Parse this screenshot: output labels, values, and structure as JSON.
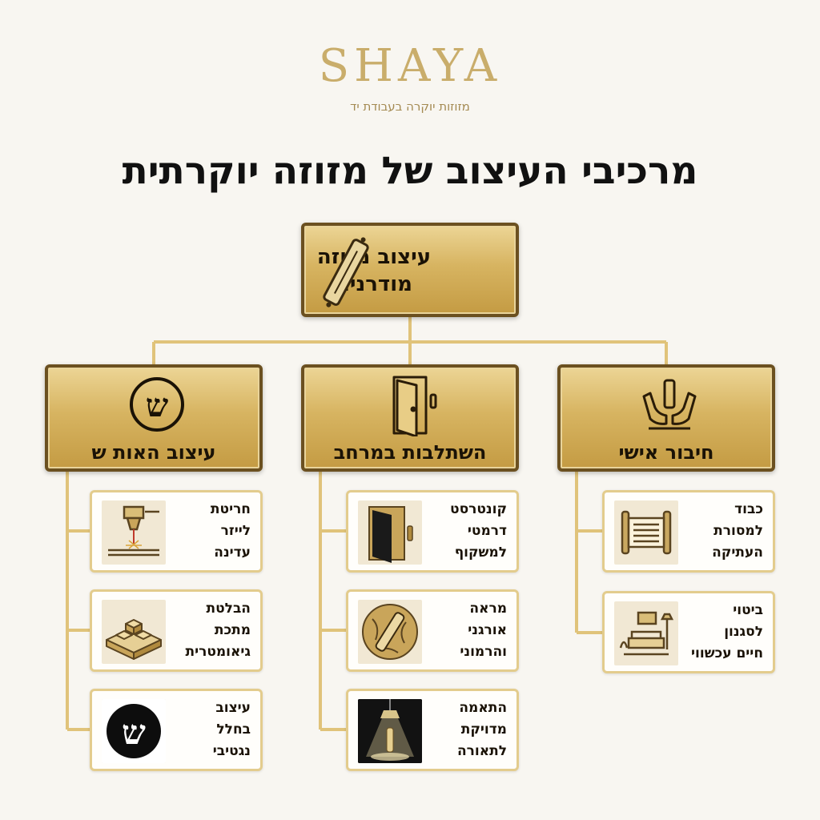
{
  "brand": {
    "name": "SHAYA",
    "tagline": "מזוזות יוקרה בעבודת יד"
  },
  "title": "מרכיבי העיצוב של מזוזה יוקרתית",
  "root": {
    "line1": "עיצוב מזוזה",
    "line2": "מודרנית",
    "icon": "mezuzah-icon"
  },
  "categories": [
    {
      "label": "חיבור אישי",
      "icon": "hands-mezuzah-icon",
      "items": [
        {
          "lines": [
            "כבוד",
            "למסורת",
            "העתיקה"
          ],
          "icon": "torah-scroll-icon"
        },
        {
          "lines": [
            "ביטוי",
            "לסגנון",
            "חיים עכשווי"
          ],
          "icon": "living-room-icon"
        }
      ]
    },
    {
      "label": "השתלבות במרחב",
      "icon": "door-icon",
      "items": [
        {
          "lines": [
            "קונטרסט",
            "דרמטי",
            "למשקוף"
          ],
          "icon": "dark-door-icon"
        },
        {
          "lines": [
            "מראה",
            "אורגני",
            "והרמוני"
          ],
          "icon": "leaf-mezuzah-icon"
        },
        {
          "lines": [
            "התאמה",
            "מדויקת",
            "לתאורה"
          ],
          "icon": "lamp-spotlight-icon"
        }
      ]
    },
    {
      "label": "עיצוב האות ש",
      "icon": "shin-circle-icon",
      "items": [
        {
          "lines": [
            "חריטת",
            "לייזר",
            "עדינה"
          ],
          "icon": "laser-engraving-icon"
        },
        {
          "lines": [
            "הבלטת",
            "מתכת",
            "גיאומטרית"
          ],
          "icon": "geometric-blocks-icon"
        },
        {
          "lines": [
            "עיצוב",
            "בחלל",
            "נגטיבי"
          ],
          "icon": "negative-shin-icon",
          "glyph": "ש"
        }
      ]
    }
  ],
  "shin_glyph": "ש",
  "colors": {
    "gold_line": "#e0c37a",
    "box_border": "#6b5020",
    "background": "#f8f6f1"
  }
}
